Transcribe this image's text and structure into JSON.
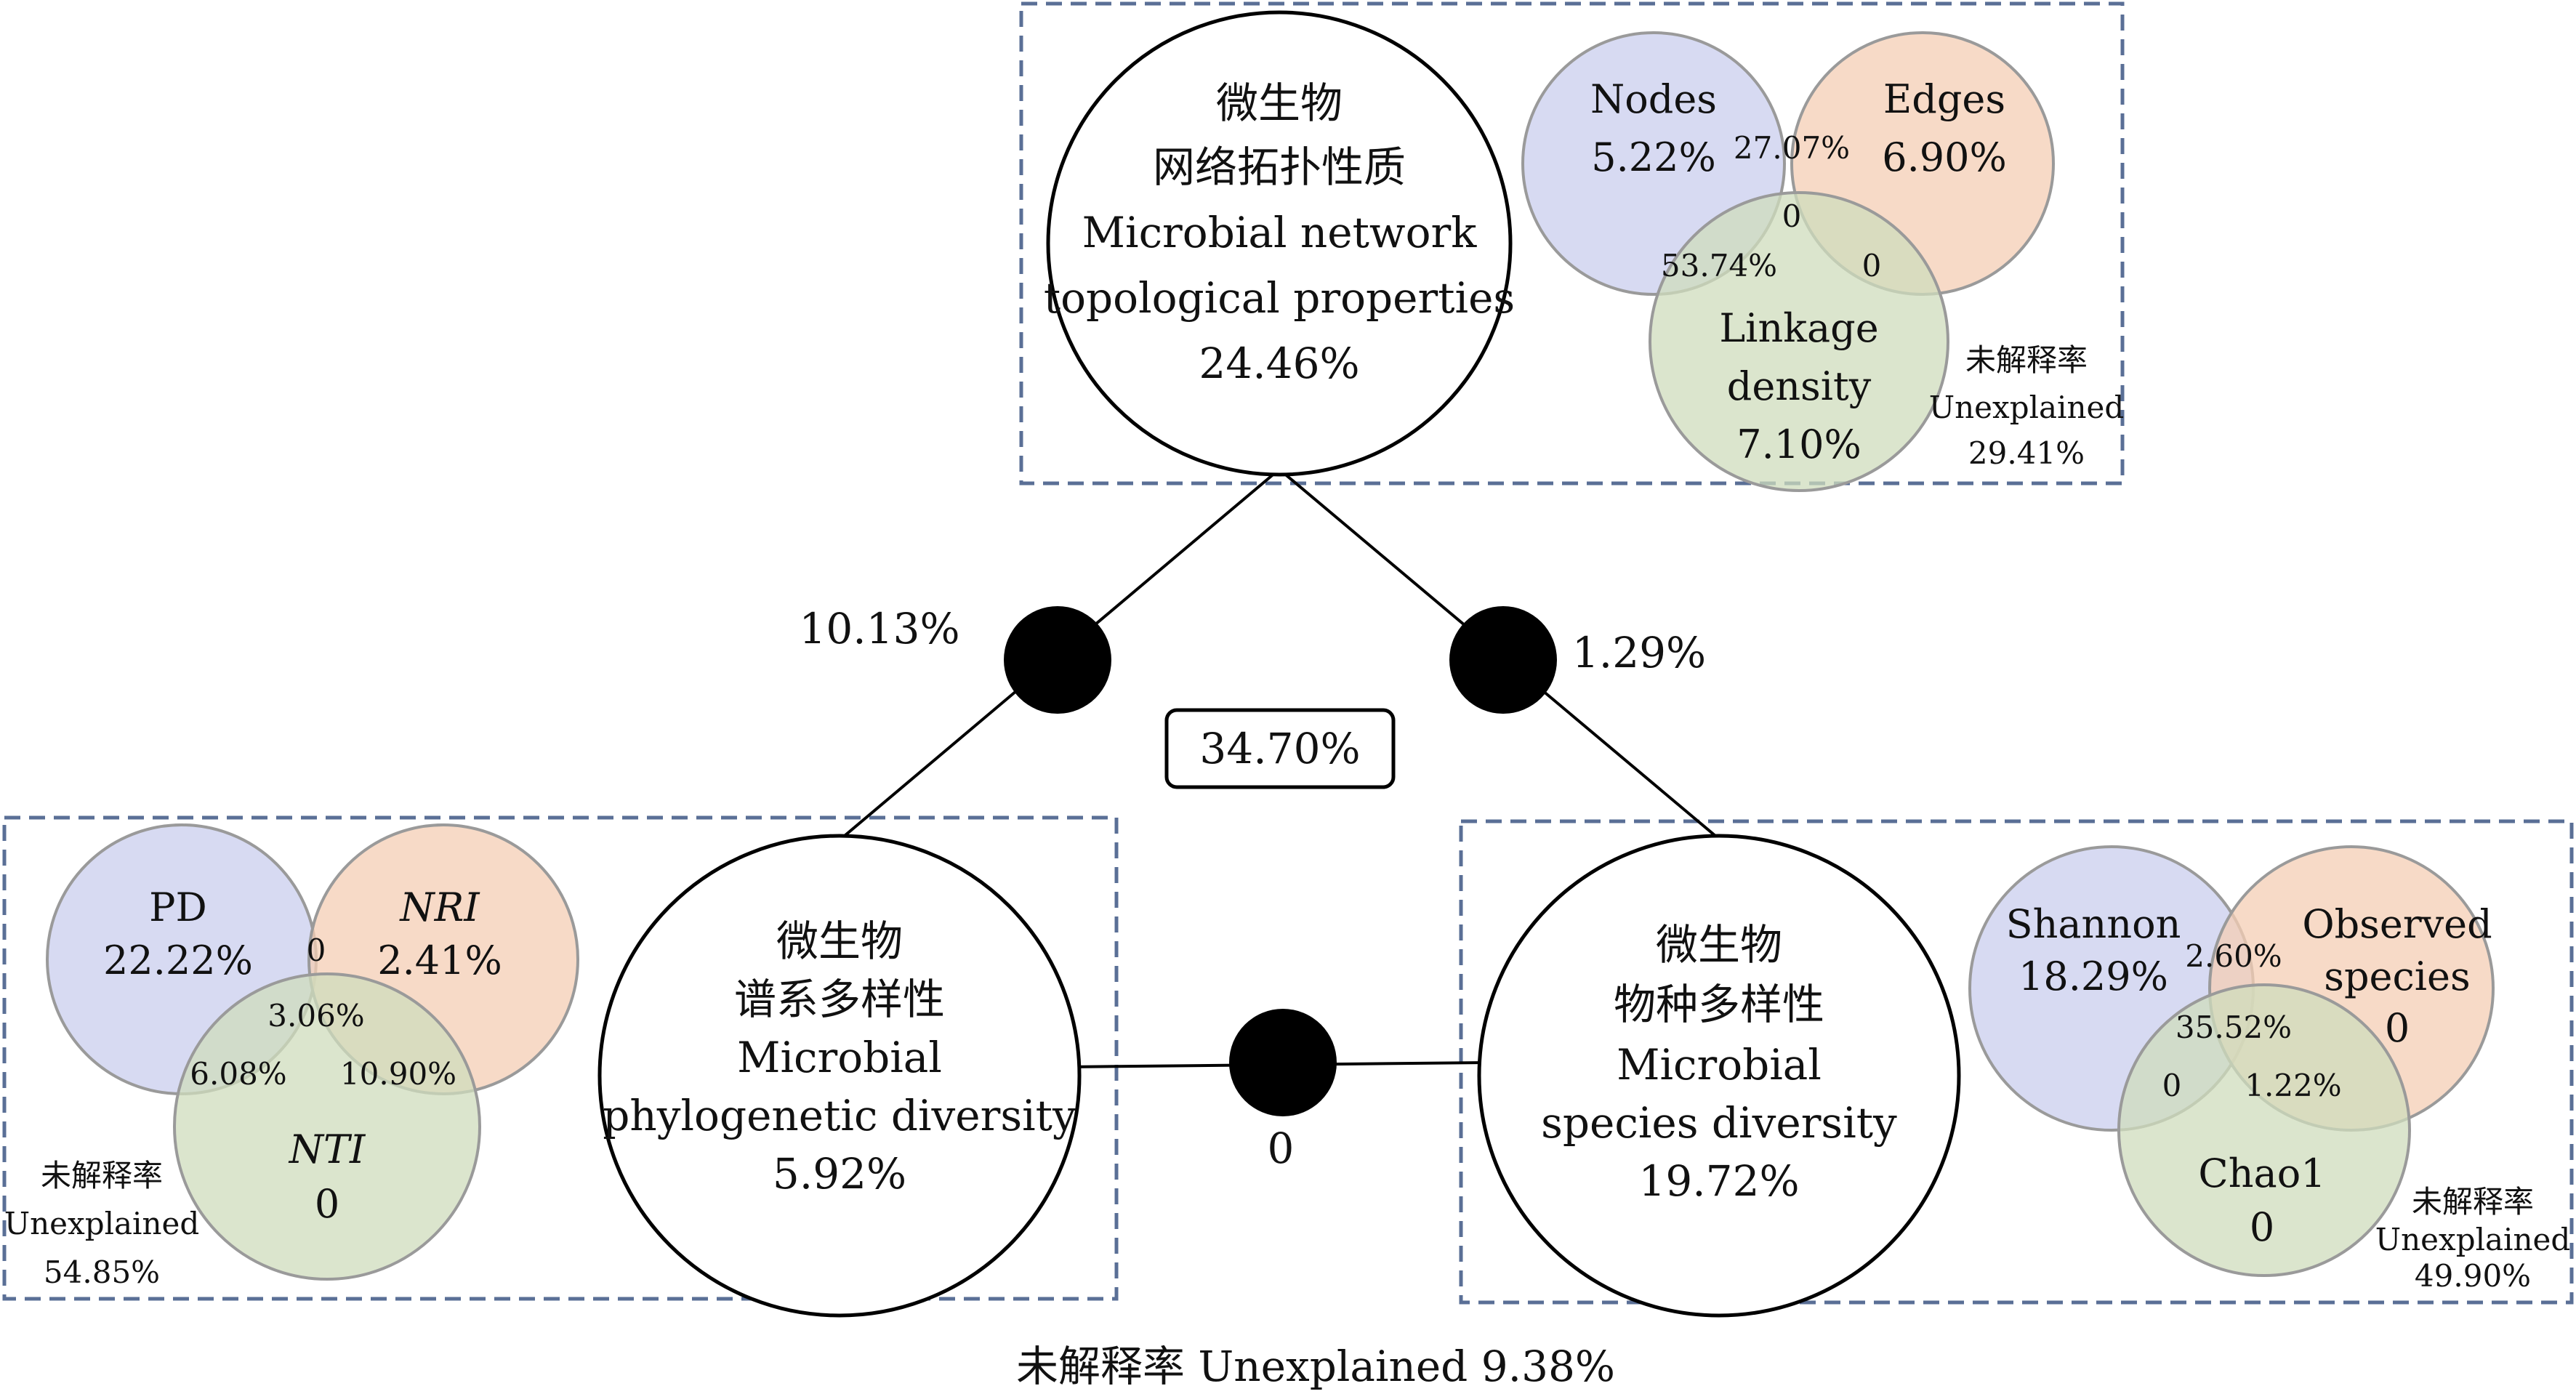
{
  "network": {
    "title_cn_1": "微生物",
    "title_cn_2": "网络拓扑性质",
    "title_en_1": "Microbial network",
    "title_en_2": "topological properties",
    "value": "24.46%",
    "venn": {
      "a_label": "Nodes",
      "a_value": "5.22%",
      "b_label": "Edges",
      "b_value": "6.90%",
      "c_label_1": "Linkage",
      "c_label_2": "density",
      "c_value": "7.10%",
      "ab": "27.07%",
      "abc": "0",
      "ac": "53.74%",
      "bc": "0"
    },
    "unexplained_cn": "未解释率",
    "unexplained_en": "Unexplained",
    "unexplained_value": "29.41%"
  },
  "phylogenetic": {
    "title_cn_1": "微生物",
    "title_cn_2": "谱系多样性",
    "title_en_1": "Microbial",
    "title_en_2": "phylogenetic diversity",
    "value": "5.92%",
    "venn": {
      "a_label": "PD",
      "a_value": "22.22%",
      "b_label": "NRI",
      "b_value": "2.41%",
      "c_label": "NTI",
      "c_value": "0",
      "ab": "0",
      "abc": "3.06%",
      "ac": "6.08%",
      "bc": "10.90%"
    },
    "unexplained_cn": "未解释率",
    "unexplained_en": "Unexplained",
    "unexplained_value": "54.85%"
  },
  "species": {
    "title_cn_1": "微生物",
    "title_cn_2": "物种多样性",
    "title_en_1": "Microbial",
    "title_en_2": "species diversity",
    "value": "19.72%",
    "venn": {
      "a_label": "Shannon",
      "a_value": "18.29%",
      "b_label_1": "Observed",
      "b_label_2": "species",
      "b_value": "0",
      "c_label": "Chao1",
      "c_value": "0",
      "ab": "2.60%",
      "abc": "35.52%",
      "ac": "0",
      "bc": "1.22%"
    },
    "unexplained_cn": "未解释率",
    "unexplained_en": "Unexplained",
    "unexplained_value": "49.90%"
  },
  "links": {
    "network_phylo": "10.13%",
    "network_species": "1.29%",
    "phylo_species": "0",
    "shared_all": "34.70%"
  },
  "total_unexplained": "未解释率 Unexplained 9.38%",
  "colors": {
    "blue_fill": "#c9cdee",
    "orange_fill": "#f4cdb4",
    "green_fill": "#cfdcbc",
    "venn_stroke": "#9a9a9a",
    "dashed_box": "#5a6f96",
    "node": "#000000"
  }
}
